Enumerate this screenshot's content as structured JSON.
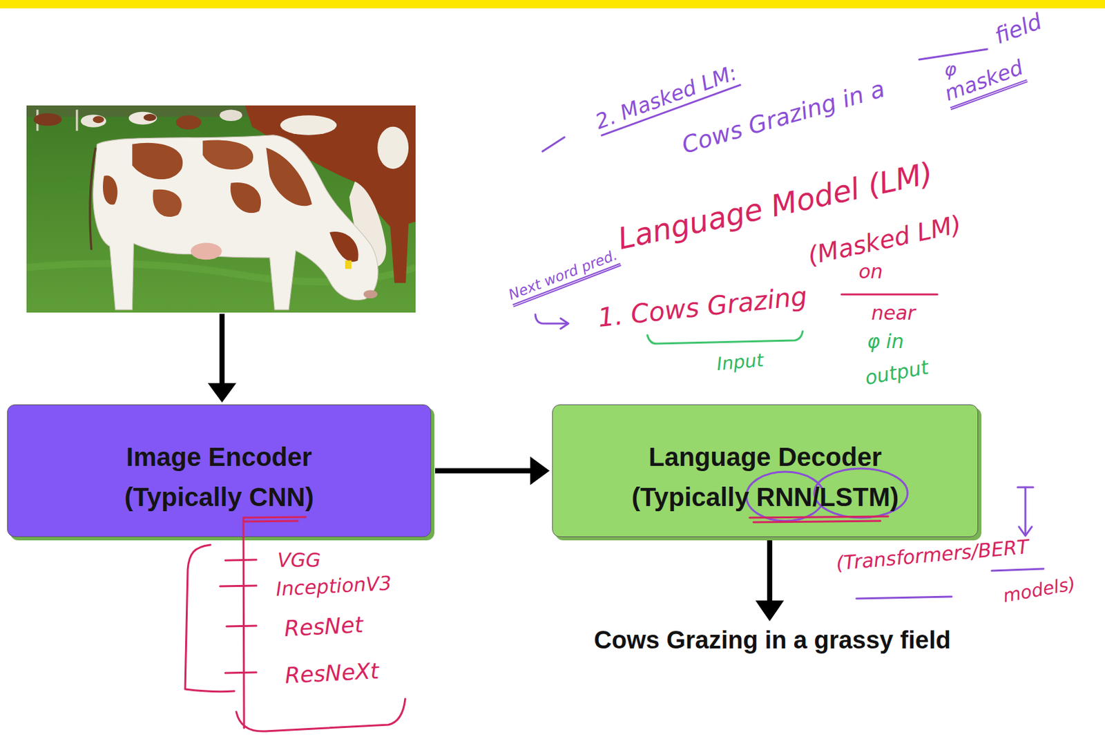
{
  "diagram": {
    "nodes": [
      {
        "text": [
          "Image Encoder",
          "(Typically CNN)"
        ]
      },
      {
        "text": [
          "Language Decoder",
          "(Typically RNN/LSTM)"
        ]
      }
    ],
    "edges": [
      {
        "from": 0,
        "to": 1,
        "arrow": "to"
      }
    ],
    "labels": [
      "field",
      "2. Masked LM:",
      "Cows Grazing in a",
      "φ",
      "masked",
      "Language Model (LM)",
      "(Masked LM)",
      "Next word pred.",
      "on",
      "1. Cows Grazing",
      "near",
      "φ in",
      "Input",
      "output",
      "VGG",
      "InceptionV3",
      "ResNet",
      "ResNeXt",
      "(Transformers/BERT",
      "models)",
      "Cows Grazing in a grassy field"
    ]
  }
}
